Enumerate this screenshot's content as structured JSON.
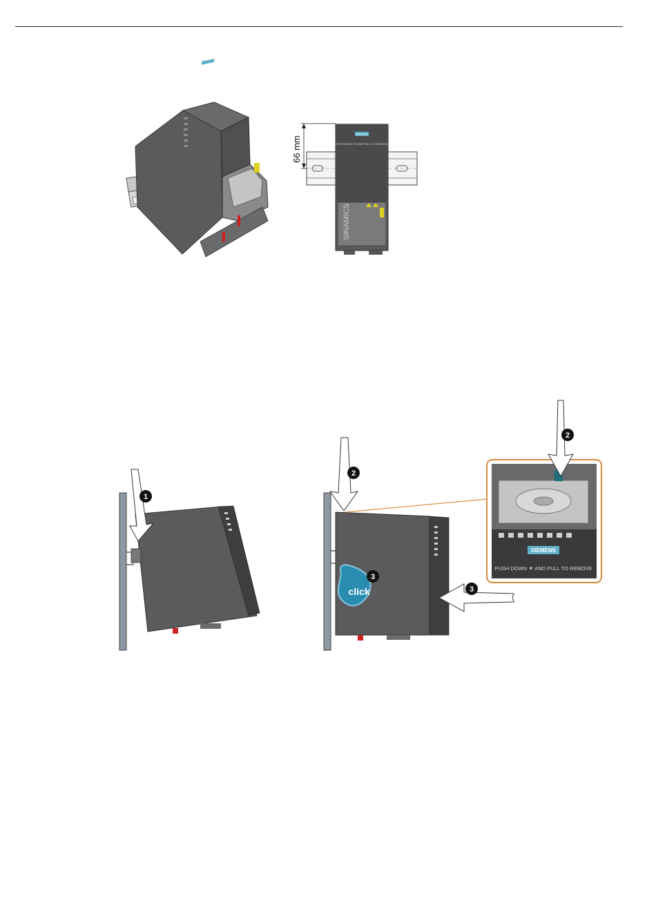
{
  "figure_top": {
    "dimension_label": "66 mm",
    "brand": "SIEMENS",
    "front_label": "PUSH DOWN ▼ AND PULL TO REMOVE",
    "side_label": "SINAMICS"
  },
  "figure_bottom": {
    "steps": [
      "1",
      "2",
      "3"
    ],
    "click_label": "click",
    "brand": "SIEMENS",
    "detail_label": "PUSH DOWN ▼ AND PULL TO REMOVE",
    "colors": {
      "highlight_frame": "#d98a3a",
      "device": "#5b5b5d",
      "rail": "#8c98a4",
      "release_tab": "#1f6e7a"
    }
  }
}
